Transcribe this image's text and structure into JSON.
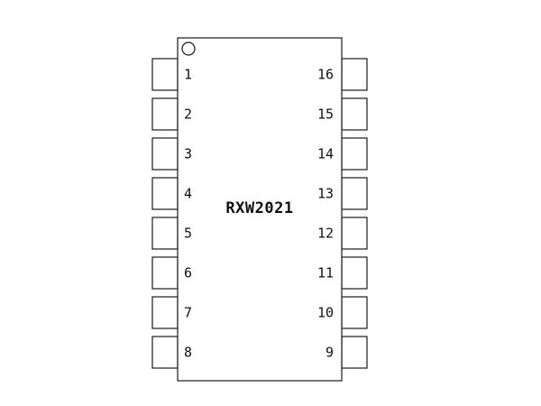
{
  "chip": {
    "name": "RXW2021"
  },
  "pins": {
    "left": [
      "1",
      "2",
      "3",
      "4",
      "5",
      "6",
      "7",
      "8"
    ],
    "right": [
      "16",
      "15",
      "14",
      "13",
      "12",
      "11",
      "10",
      "9"
    ]
  },
  "colors": {
    "stroke": "#1a1a1a",
    "text": "#111111",
    "background": "#ffffff"
  }
}
